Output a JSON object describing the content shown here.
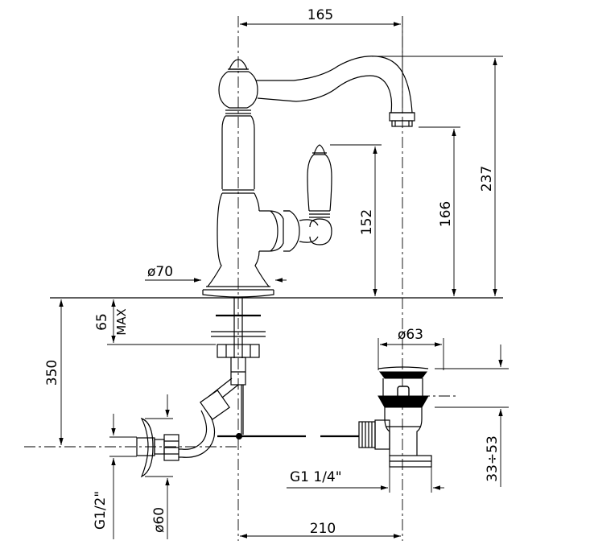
{
  "dimensions": {
    "spout_reach": "165",
    "total_height": "237",
    "spout_height": "166",
    "handle_height": "152",
    "base_diameter": "ø70",
    "deck_thickness": "65",
    "deck_max": "MAX",
    "below_deck": "350",
    "waste_diameter": "ø63",
    "waste_adjust": "33÷53",
    "waste_thread": "G1 1/4\"",
    "inlet_thread": "G1/2\"",
    "rosette_diameter": "ø60",
    "waste_distance": "210"
  }
}
